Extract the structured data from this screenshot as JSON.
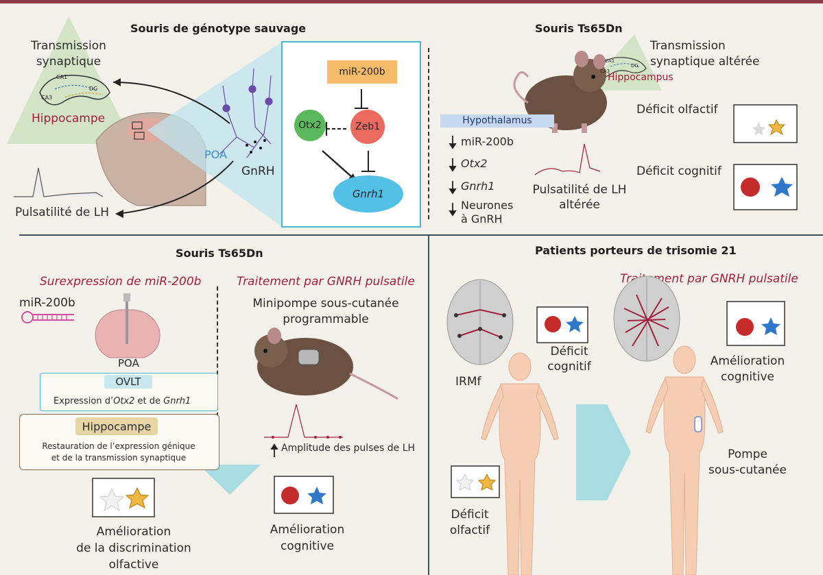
{
  "wild": {
    "title": "Souris de génotype sauvage",
    "synaptic": [
      "Transmission",
      "synaptique"
    ],
    "hippocampe": "Hippocampe",
    "poa": "POA",
    "gnrh": "GnRH",
    "pulsatility": "Pulsatilité de LH",
    "ca1": "CA1",
    "ca3": "CA3",
    "dg": "DG",
    "network": {
      "mir": "miR-200b",
      "otx2": "Otx2",
      "zeb1": "Zeb1",
      "gnrh1": "Gnrh1"
    }
  },
  "ts65_top": {
    "title": "Souris Ts65Dn",
    "synaptic": [
      "Transmission",
      "synaptique altérée"
    ],
    "hippocampus": "Hippocampus",
    "hypothalamus": "Hypothalamus",
    "list": [
      "miR-200b",
      "Otx2",
      "Gnrh1",
      "Neurones",
      "à GnRH"
    ],
    "olfactory": "Déficit olfactif",
    "cognitive": "Déficit cognitif",
    "pulsatility": [
      "Pulsatilité de LH",
      "altérée"
    ],
    "ca1": "CA1",
    "ca3": "CA3",
    "dg": "DG"
  },
  "ts65_bottom": {
    "title": "Souris Ts65Dn",
    "overexpression": "Surexpression de miR-200b",
    "treatment": "Traitement par GNRH pulsatile",
    "mir": "miR-200b",
    "poa": "POA",
    "ovlt": "OVLT",
    "expression": [
      "Expression d’",
      "Otx2",
      " et de ",
      "Gnrh1"
    ],
    "hippocampe": "Hippocampe",
    "restoration": [
      "Restauration de l’expression génique",
      "et de la transmission synaptique"
    ],
    "minipump": [
      "Minipompe sous-cutanée",
      "programmable"
    ],
    "amplitude": "Amplitude des pulses de LH",
    "olf_improve": [
      "Amélioration",
      "de la discrimination",
      "olfactive"
    ],
    "cog_improve": [
      "Amélioration",
      "cognitive"
    ]
  },
  "patients": {
    "title": "Patients porteurs de trisomie 21",
    "treatment": "Traitement par GNRH pulsatile",
    "irmf": "IRMf",
    "cog_deficit": [
      "Déficit",
      "cognitif"
    ],
    "olf_deficit": [
      "Déficit",
      "olfactif"
    ],
    "cog_improve": [
      "Amélioration",
      "cognitive"
    ],
    "pump": [
      "Pompe",
      "sous-cutanée"
    ]
  },
  "colors": {
    "accent_red": "#a3203d",
    "dark_blue": "#3c4f63",
    "skin": "#f5cdb2",
    "mouse": "#6b5142",
    "cyan": "#4fb8d0"
  }
}
